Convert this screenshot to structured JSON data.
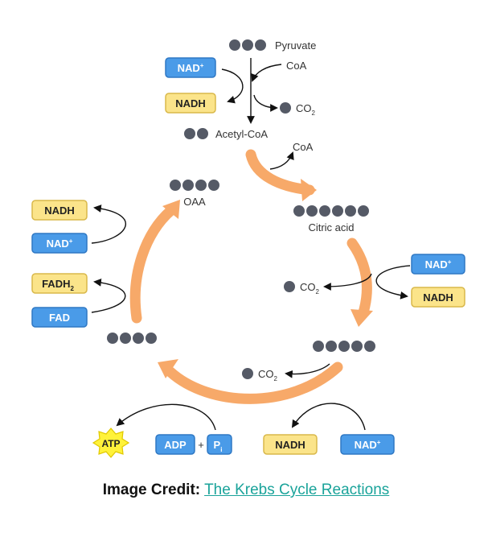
{
  "colors": {
    "blue_fill": "#4a9be8",
    "blue_border": "#2f78c4",
    "yellow_fill": "#fbe48a",
    "yellow_border": "#d9b84a",
    "arrow": "#f7a969",
    "molecule": "#555a66",
    "star_fill": "#fff23a",
    "star_border": "#e0c800",
    "link": "#1aa39a"
  },
  "molecules": {
    "pyruvate": "Pyruvate",
    "acetyl_coa": "Acetyl-CoA",
    "citric_acid": "Citric acid",
    "oaa": "OAA"
  },
  "labels": {
    "coa_in": "CoA",
    "co2_top": "CO",
    "co2_top_sub": "2",
    "coa_out": "CoA",
    "co2_right": "CO",
    "co2_right_sub": "2",
    "co2_bottom": "CO",
    "co2_bottom_sub": "2",
    "plus": "+"
  },
  "boxes": {
    "nad_top": {
      "main": "NAD",
      "sup": "+"
    },
    "nadh_top": {
      "main": "NADH"
    },
    "nadh_left": {
      "main": "NADH"
    },
    "nad_left": {
      "main": "NAD",
      "sup": "+"
    },
    "fadh2_left": {
      "main": "FADH",
      "sub": "2"
    },
    "fad_left": {
      "main": "FAD"
    },
    "nad_right": {
      "main": "NAD",
      "sup": "+"
    },
    "nadh_right": {
      "main": "NADH"
    },
    "atp": {
      "main": "ATP"
    },
    "adp": {
      "main": "ADP"
    },
    "pi": {
      "main": "P",
      "sub": "i"
    },
    "nadh_bottom": {
      "main": "NADH"
    },
    "nad_bottom": {
      "main": "NAD",
      "sup": "+"
    }
  },
  "credit": {
    "label": "Image Credit:",
    "link_text": "The Krebs Cycle Reactions"
  }
}
